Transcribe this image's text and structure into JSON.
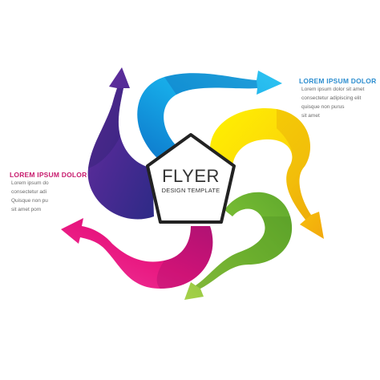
{
  "center": {
    "title": "FLYER",
    "subtitle": "DESIGN TEMPLATE"
  },
  "text_right": {
    "title": "LOREM IPSUM DOLOR",
    "lines": [
      "Lorem ipsum dolor sit amet",
      "consectetur adipiscing elit",
      "quisque non purus",
      "sit amet"
    ],
    "color": "#2f8fd0"
  },
  "text_left": {
    "title": "LOREM IPSUM DOLOR",
    "lines": [
      "Lorem ipsum do",
      "consectetur adi",
      "Quisque non pu",
      "sit amet pom"
    ],
    "color": "#c81c6e"
  },
  "arrows": [
    {
      "name": "blue",
      "color": "#12a8e6"
    },
    {
      "name": "yellow",
      "color": "#fbd20b"
    },
    {
      "name": "green",
      "color": "#7cc034"
    },
    {
      "name": "magenta",
      "color": "#e8167f"
    },
    {
      "name": "purple",
      "color": "#4b2a93"
    }
  ],
  "pentagon": {
    "fill": "#ffffff",
    "stroke": "#222222"
  }
}
